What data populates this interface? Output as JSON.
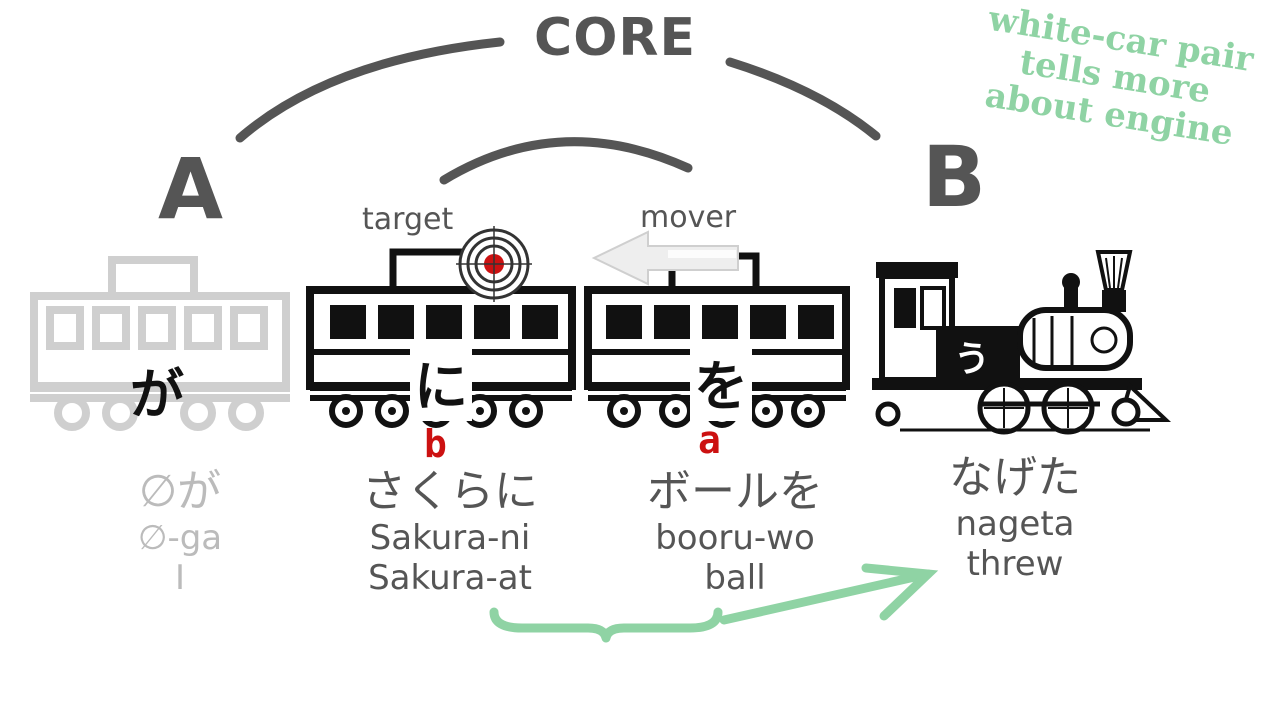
{
  "title": "CORE",
  "labels": {
    "a": "A",
    "b": "B"
  },
  "side_note": [
    "white-car pair",
    "tells more",
    "about engine"
  ],
  "cars": {
    "ga": {
      "particle": "が"
    },
    "ni": {
      "particle": "に",
      "role": "target",
      "marker": "b"
    },
    "wo": {
      "particle": "を",
      "role": "mover",
      "marker": "a"
    },
    "engine": {
      "particle": "う"
    }
  },
  "words": {
    "ga": {
      "kana": "∅が",
      "romaji": "∅-ga",
      "gloss": "I"
    },
    "ni": {
      "kana": "さくらに",
      "romaji": "Sakura-ni",
      "gloss": "Sakura-at"
    },
    "wo": {
      "kana": "ボールを",
      "romaji": "booru-wo",
      "gloss": "ball"
    },
    "nageta": {
      "kana": "なげた",
      "romaji": "nageta",
      "gloss": "threw"
    }
  },
  "colors": {
    "text_gray": "#555555",
    "faded_gray": "#bbbbbb",
    "accent_green": "#8fd3a4",
    "marker_red": "#cc1111"
  }
}
